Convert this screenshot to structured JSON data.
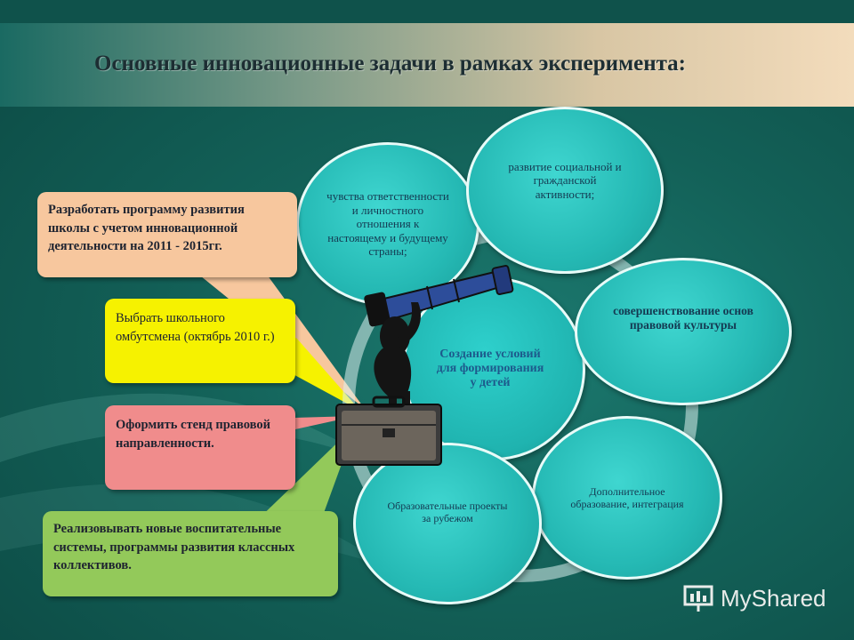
{
  "title": "Основные инновационные задачи в рамках эксперимента:",
  "center": "Создание условий для формирования у детей",
  "circles": {
    "c1": "чувства ответственности и личностного отношения к настоящему и будущему страны;",
    "c2": "развитие социальной и гражданской активности;",
    "c3": "совершенствование основ правовой культуры",
    "c4": "Дополнительное образование, интеграция",
    "c5": "Образовательные проекты за рубежом"
  },
  "boxes": {
    "b1": "Разработать программу развития школы с учетом инновационной деятельности на 2011 - 2015гг.",
    "b2": "Выбрать школьного омбутсмена (октябрь 2010 г.)",
    "b3": "Оформить стенд правовой направленности.",
    "b4": "Реализовывать новые воспитательные системы, программы развития классных коллективов."
  },
  "colors": {
    "box1": "#f7c79e",
    "box2": "#f6f200",
    "box3": "#f08c8c",
    "box4": "#93c95a",
    "circle": "#25b9b4"
  },
  "logo": "MyShared"
}
